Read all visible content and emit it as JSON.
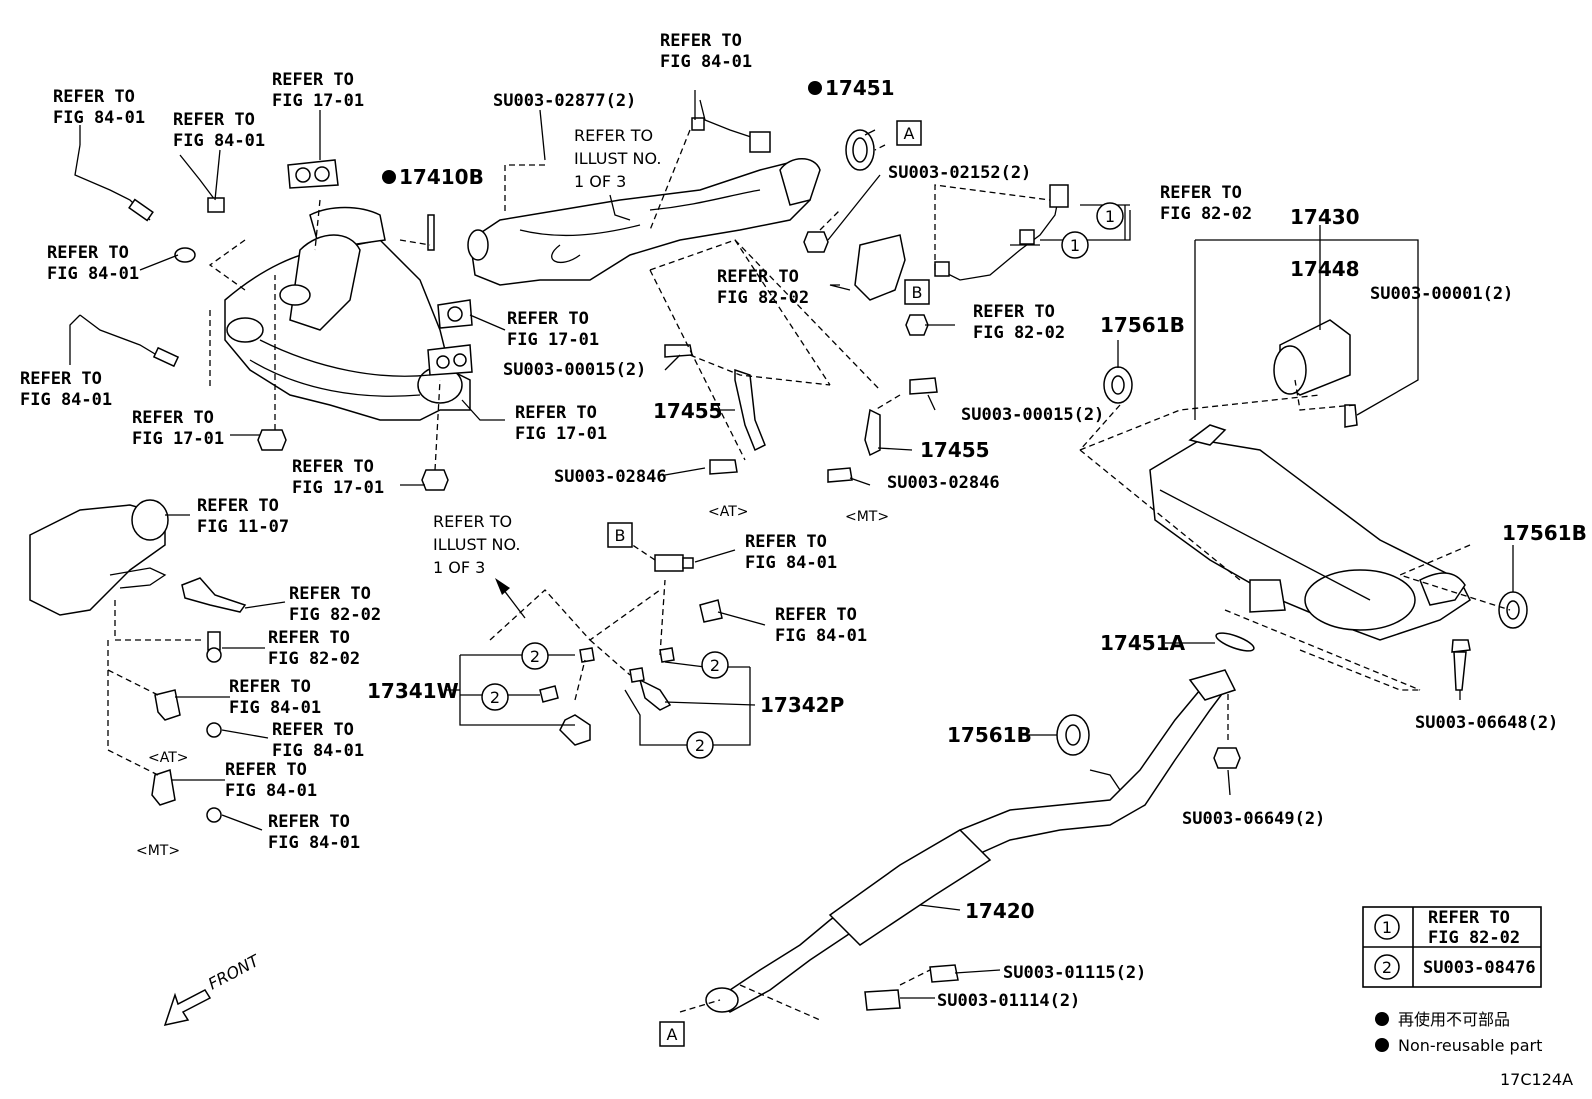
{
  "callouts": {
    "c1": [
      "REFER TO",
      "FIG 84-01"
    ],
    "c2": [
      "REFER TO",
      "FIG 84-01"
    ],
    "c3": [
      "REFER TO",
      "FIG 17-01"
    ],
    "c4": [
      "REFER TO",
      "FIG 84-01"
    ],
    "c5": [
      "REFER TO",
      "FIG 84-01"
    ],
    "c6": [
      "REFER TO",
      "FIG 17-01"
    ],
    "c7": [
      "REFER TO",
      "FIG 17-01"
    ],
    "c8": [
      "REFER TO",
      "FIG 17-01"
    ],
    "c9": [
      "REFER TO",
      "FIG 17-01"
    ],
    "c10": [
      "REFER TO",
      "FIG 84-01"
    ],
    "c11": [
      "REFER TO",
      "ILLUST NO.",
      "1 OF 3"
    ],
    "c12": [
      "REFER TO",
      "FIG 82-02"
    ],
    "c13": [
      "REFER TO",
      "FIG 82-02"
    ],
    "c14": [
      "REFER TO",
      "FIG 82-02"
    ],
    "c15": [
      "REFER TO",
      "FIG 11-07"
    ],
    "c16": [
      "REFER TO",
      "FIG 82-02"
    ],
    "c17": [
      "REFER TO",
      "FIG 82-02"
    ],
    "c18": [
      "REFER TO",
      "FIG 84-01"
    ],
    "c19": [
      "REFER TO",
      "FIG 84-01"
    ],
    "c20": [
      "REFER TO",
      "FIG 84-01"
    ],
    "c21": [
      "REFER TO",
      "FIG 84-01"
    ],
    "c22": [
      "REFER TO",
      "ILLUST NO.",
      "1 OF 3"
    ],
    "c23": [
      "REFER TO",
      "FIG 84-01"
    ],
    "c24": [
      "REFER TO",
      "FIG 84-01"
    ]
  },
  "parts": {
    "p17451": "17451",
    "p17410B": "17410B",
    "p17430": "17430",
    "p17448": "17448",
    "p17561B_a": "17561B",
    "p17561B_b": "17561B",
    "p17561B_c": "17561B",
    "p17455_a": "17455",
    "p17455_b": "17455",
    "p17451A": "17451A",
    "p17420": "17420",
    "p17341W": "17341W",
    "p17342P": "17342P"
  },
  "fasteners": {
    "su02877": "SU003-02877(2)",
    "su02152": "SU003-02152(2)",
    "su00001": "SU003-00001(2)",
    "su00015a": "SU003-00015(2)",
    "su00015b": "SU003-00015(2)",
    "su02846a": "SU003-02846",
    "su02846b": "SU003-02846",
    "su06648": "SU003-06648(2)",
    "su06649": "SU003-06649(2)",
    "su01115": "SU003-01115(2)",
    "su01114": "SU003-01114(2)"
  },
  "variants": {
    "at1": "<AT>",
    "mt1": "<MT>",
    "at2": "<AT>",
    "mt2": "<MT>"
  },
  "markers": {
    "a": "A",
    "b": "B",
    "one": "1",
    "two": "2"
  },
  "front_label": "FRONT",
  "legend_table": {
    "row1_num": "1",
    "row1_text": [
      "REFER TO",
      "FIG 82-02"
    ],
    "row2_num": "2",
    "row2_text": "SU003-08476"
  },
  "legend_note": {
    "jp": "再使用不可部品",
    "en": "Non-reusable part"
  },
  "diagram_code": "17C124A"
}
